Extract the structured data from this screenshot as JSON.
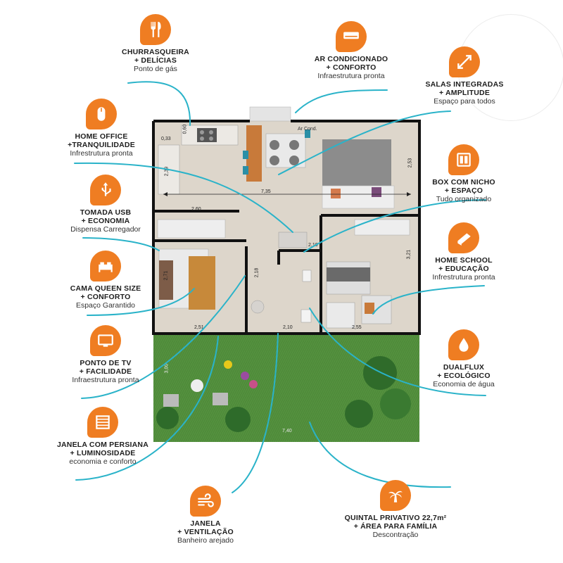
{
  "colors": {
    "accent": "#ef7d22",
    "line": "#2ab3c9",
    "wall": "#111111",
    "floor": "#ddd6cb",
    "grass": "#4f8a3a"
  },
  "plan": {
    "dimensions": {
      "d_0_60": "0,60",
      "d_0_33": "0,33",
      "d_2_39": "2,39",
      "d_2_60": "2,60",
      "d_7_35": "7,35",
      "d_2_53": "2,53",
      "d_2_10a": "2,10",
      "d_2_18": "2,18",
      "d_3_21": "3,21",
      "d_2_51": "2,51",
      "d_2_10b": "2,10",
      "d_2_55": "2,55",
      "d_7_40": "7,40",
      "d_3_00": "3,00",
      "d_2_71": "2,71"
    },
    "ac_label": "Ar Cond."
  },
  "callouts": [
    {
      "id": "churrasqueira",
      "icon": "grill-utensils-icon",
      "title1": "CHURRASQUEIRA",
      "title2": "+ DELÍCIAS",
      "sub": "Ponto de gás"
    },
    {
      "id": "ar",
      "icon": "air-conditioner-icon",
      "title1": "AR CONDICIONADO",
      "title2": "+ CONFORTO",
      "sub": "Infraestrutura pronta"
    },
    {
      "id": "salas",
      "icon": "expand-arrows-icon",
      "title1": "SALAS INTEGRADAS",
      "title2": "+ AMPLITUDE",
      "sub": "Espaço para todos"
    },
    {
      "id": "homeoffice",
      "icon": "mouse-icon",
      "title1": "HOME OFFICE",
      "title2": "+TRANQUILIDADE",
      "sub": "Infrestrutura pronta"
    },
    {
      "id": "box",
      "icon": "shower-box-icon",
      "title1": "BOX COM NICHO",
      "title2": "+ ESPAÇO",
      "sub": "Tudo organizado"
    },
    {
      "id": "usb",
      "icon": "usb-icon",
      "title1": "TOMADA USB",
      "title2": "+ ECONOMIA",
      "sub": "Dispensa Carregador"
    },
    {
      "id": "homeschool",
      "icon": "book-icon",
      "title1": "HOME SCHOOL",
      "title2": "+ EDUCAÇÃO",
      "sub": "Infrestrutura pronta"
    },
    {
      "id": "cama",
      "icon": "bed-icon",
      "title1": "CAMA QUEEN SIZE",
      "title2": "+ CONFORTO",
      "sub": "Espaço Garantido"
    },
    {
      "id": "dualflux",
      "icon": "water-drop-icon",
      "title1": "DUALFLUX",
      "title2": "+ ECOLÓGICO",
      "sub": "Economia de água"
    },
    {
      "id": "tv",
      "icon": "tv-icon",
      "title1": "PONTO DE TV",
      "title2": "+ FACILIDADE",
      "sub": "Infraestrutura pronta"
    },
    {
      "id": "janela_persiana",
      "icon": "window-blind-icon",
      "title1": "JANELA COM PERSIANA",
      "title2": "+ LUMINOSIDADE",
      "sub": "economia e conforto"
    },
    {
      "id": "janela",
      "icon": "wind-icon",
      "title1": "JANELA",
      "title2": "+ VENTILAÇÃO",
      "sub": "Banheiro arejado"
    },
    {
      "id": "quintal",
      "icon": "palm-tree-icon",
      "title1": "QUINTAL PRIVATIVO 22,7m²",
      "title2": "+ ÁREA PARA FAMÍLIA",
      "sub": "Descontração"
    }
  ]
}
